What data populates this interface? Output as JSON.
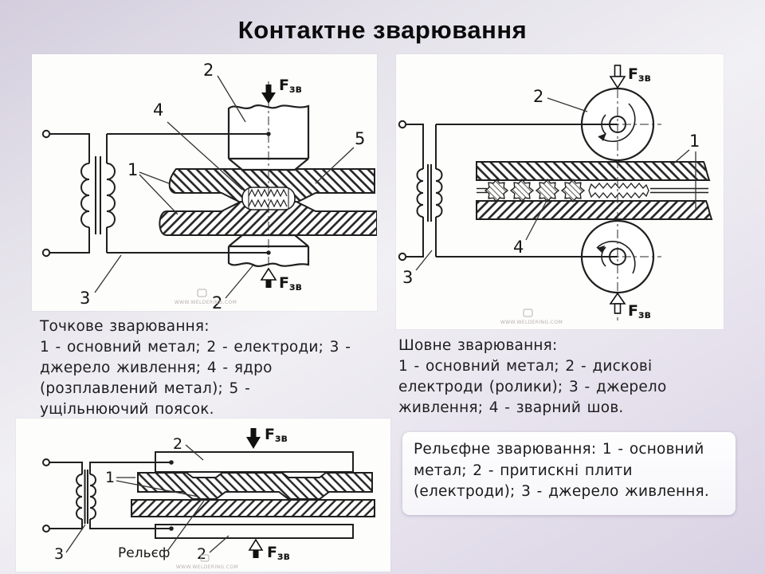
{
  "title": "Контактне зварювання",
  "watermark": "WWW.WELDERING.COM",
  "force": {
    "f": "F",
    "sub": "зв"
  },
  "colors": {
    "background_start": "#d3cddd",
    "background_mid": "#f1f0f4",
    "background_end": "#d8d1e3",
    "panel": "#fdfdfc",
    "line_art": "#1f1f1f",
    "text": "#1d1d1f"
  },
  "diagrams": {
    "spot": {
      "labels": {
        "n1": "1",
        "n2": "2",
        "n3": "3",
        "n4": "4",
        "n5": "5"
      }
    },
    "seam": {
      "labels": {
        "n1": "1",
        "n2": "2",
        "n3": "3",
        "n4": "4"
      }
    },
    "relief": {
      "labels": {
        "n1": "1",
        "n2": "2",
        "n3": "3",
        "relief": "Рельєф"
      }
    }
  },
  "captions": {
    "spot": {
      "lines": [
        "Точкове зварювання:",
        "1 - основний метал; 2 - електроди; 3 -",
        "джерело живлення; 4 - ядро",
        "(розплавлений метал); 5 -",
        "ущільнюючий поясок."
      ]
    },
    "seam": {
      "lines": [
        "Шовне зварювання:",
        "1 - основний метал; 2 - дискові",
        "електроди (ролики); 3 - джерело",
        "живлення; 4 - зварний шов."
      ]
    },
    "relief": {
      "lines": [
        "Рельєфне зварювання: 1 - основний",
        "метал; 2 - притискні плити",
        "(електроди); 3 - джерело живлення."
      ]
    }
  }
}
